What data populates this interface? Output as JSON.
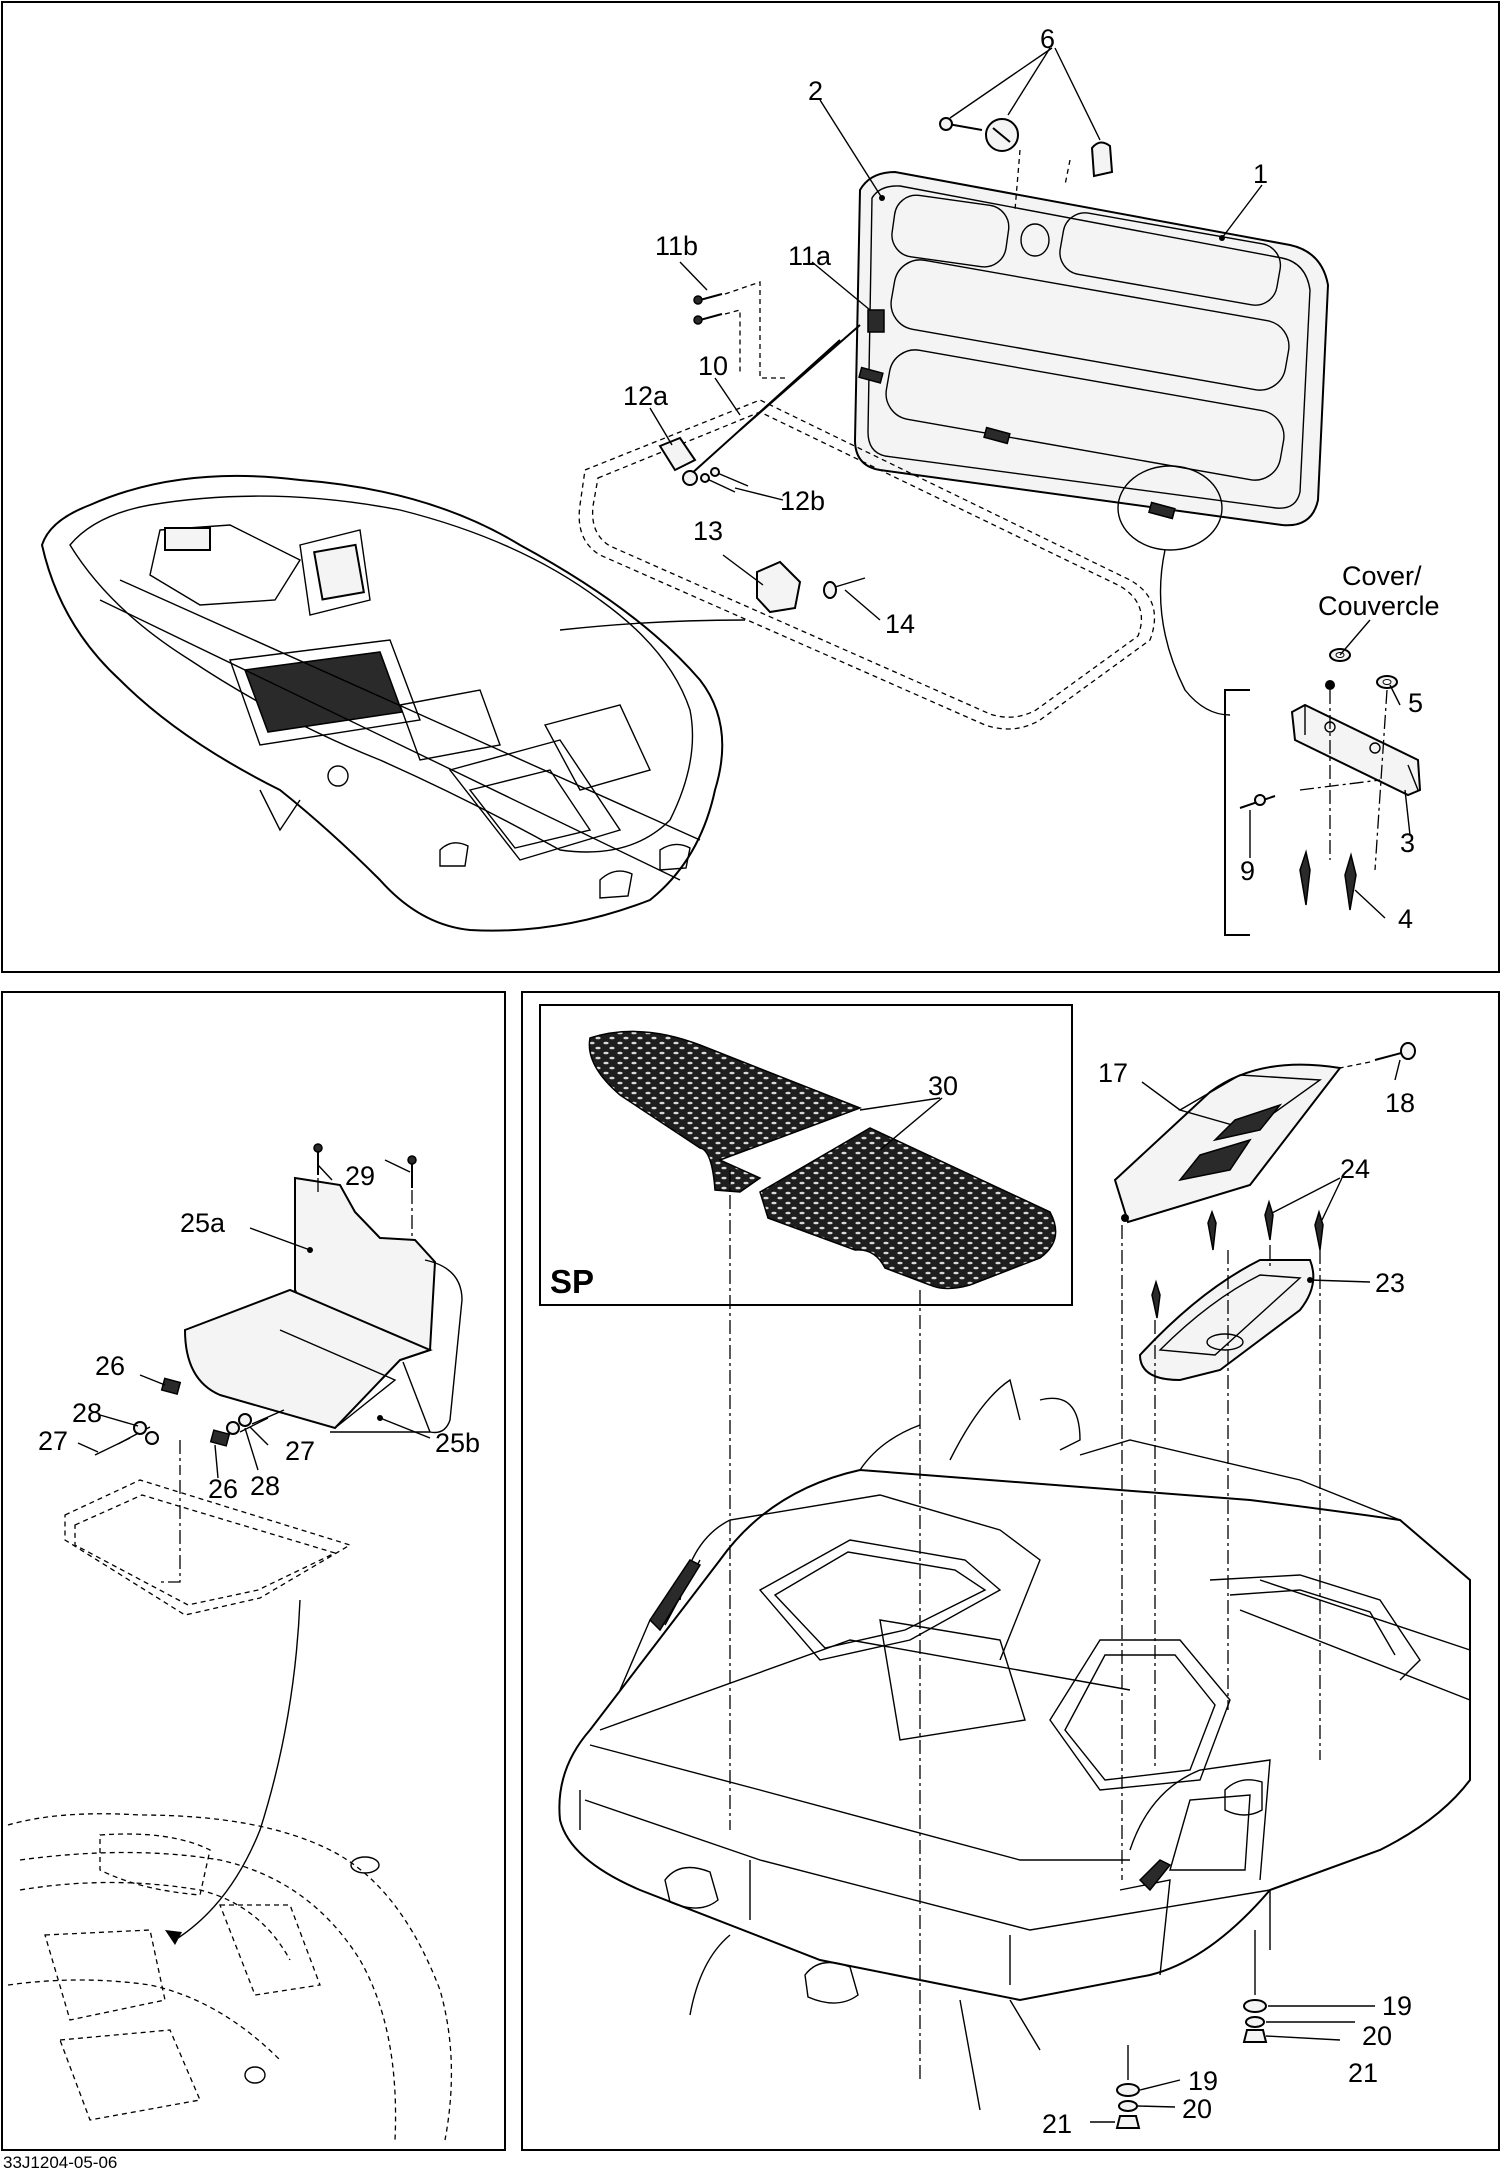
{
  "diagram": {
    "code": "33J1204-05-06",
    "inset_title": "SP",
    "cover_label_en": "Cover/",
    "cover_label_fr": "Couvercle",
    "callouts": {
      "c1": "1",
      "c2": "2",
      "c3": "3",
      "c4": "4",
      "c5": "5",
      "c6": "6",
      "c9": "9",
      "c10": "10",
      "c11a": "11a",
      "c11b": "11b",
      "c12a": "12a",
      "c12b": "12b",
      "c13": "13",
      "c14": "14",
      "c17": "17",
      "c18": "18",
      "c19a": "19",
      "c19b": "19",
      "c20a": "20",
      "c20b": "20",
      "c21a": "21",
      "c21b": "21",
      "c23": "23",
      "c24": "24",
      "c25a": "25a",
      "c25b": "25b",
      "c26a": "26",
      "c26b": "26",
      "c27a": "27",
      "c27b": "27",
      "c28a": "28",
      "c28b": "28",
      "c29": "29",
      "c30": "30"
    }
  }
}
